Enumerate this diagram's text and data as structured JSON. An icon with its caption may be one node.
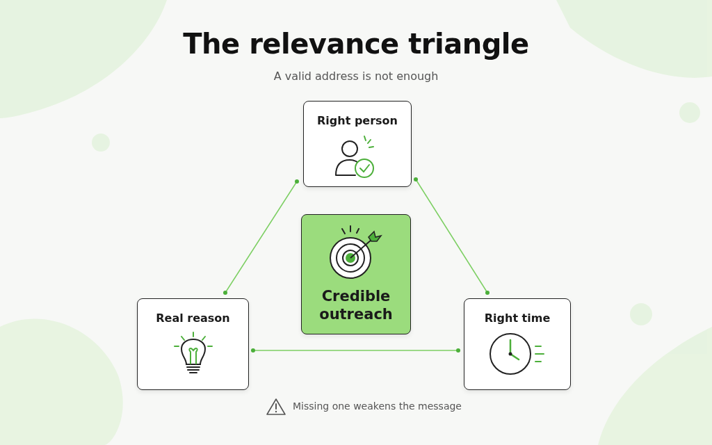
{
  "diagram": {
    "title": "The relevance triangle",
    "nodes": [
      {
        "text": [
          "Right person"
        ]
      },
      {
        "text": [
          "Credible outreach"
        ]
      },
      {
        "text": [
          "Real reason"
        ]
      },
      {
        "text": [
          "Right time"
        ]
      }
    ],
    "edges": [
      {
        "from": 0,
        "to": 2,
        "arrow": "other"
      },
      {
        "from": 0,
        "to": 3,
        "arrow": "other"
      },
      {
        "from": 2,
        "to": 3,
        "arrow": "other"
      }
    ],
    "labels": [
      "A valid address is not enough",
      "Missing one weakens the message"
    ]
  }
}
